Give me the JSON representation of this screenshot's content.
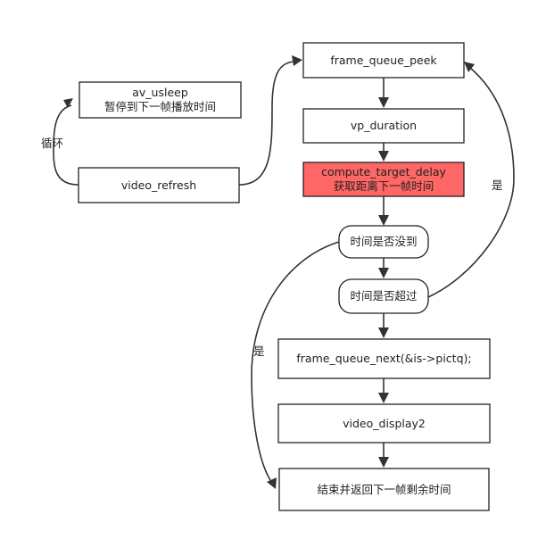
{
  "nodes": {
    "av_usleep": {
      "line1": "av_usleep",
      "line2": "暂停到下一帧播放时间"
    },
    "video_refresh": {
      "label": "video_refresh"
    },
    "frame_queue_peek": {
      "label": "frame_queue_peek"
    },
    "vp_duration": {
      "label": "vp_duration"
    },
    "compute_target_delay": {
      "line1": "compute_target_delay",
      "line2": "获取距离下一帧时间"
    },
    "time_not_reached": {
      "label": "时间是否没到"
    },
    "time_exceeded": {
      "label": "时间是否超过"
    },
    "frame_queue_next": {
      "label": "frame_queue_next(&is->pictq);"
    },
    "video_display2": {
      "label": "video_display2"
    },
    "return_remaining": {
      "label": "结束并返回下一帧剩余时间"
    }
  },
  "edge_labels": {
    "loop": "循环",
    "yes_right": "是",
    "yes_left": "是"
  },
  "colors": {
    "highlight": "#ff6666",
    "stroke": "#222222"
  }
}
